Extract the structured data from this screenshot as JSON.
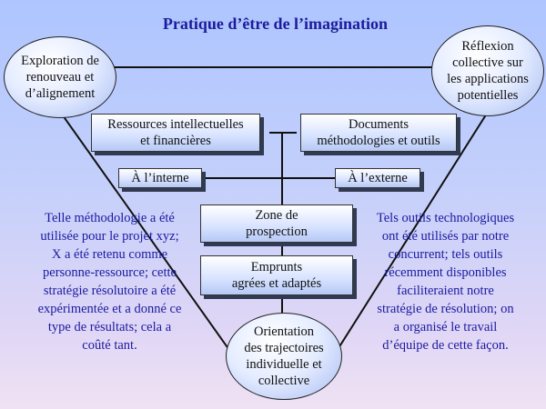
{
  "title": "Pratique d’être de l’imagination",
  "ovals": {
    "top_left": "Exploration de\nrenouveau et\nd’alignement",
    "top_right": "Réflexion\ncollective sur\nles applications\npotentielles",
    "bottom": "Orientation\ndes trajectoires\nindividuelle et\ncollective"
  },
  "boxes": {
    "ressources": "Ressources intellectuelles\net financières",
    "documents": "Documents\nméthodologies et outils",
    "interne": "À l’interne",
    "externe": "À l’externe",
    "zone": "Zone de\nprospection",
    "emprunts": "Emprunts\nagrées et adaptés"
  },
  "left_text": "Telle méthodologie a été\nutilisée pour le projet xyz;\nX a été retenu comme\npersonne-ressource; cette\nstratégie résolutoire a été\nexpérimentée et a donné ce\ntype de résultats; cela a\ncoûté tant.",
  "right_text": "Tels outils technologiques\nont été utilisés par notre\nconcurrent; tels outils\nrécemment disponibles\nfaciliteraient notre\nstratégie de résolution; on\na organisé le travail\nd’équipe de cette façon."
}
